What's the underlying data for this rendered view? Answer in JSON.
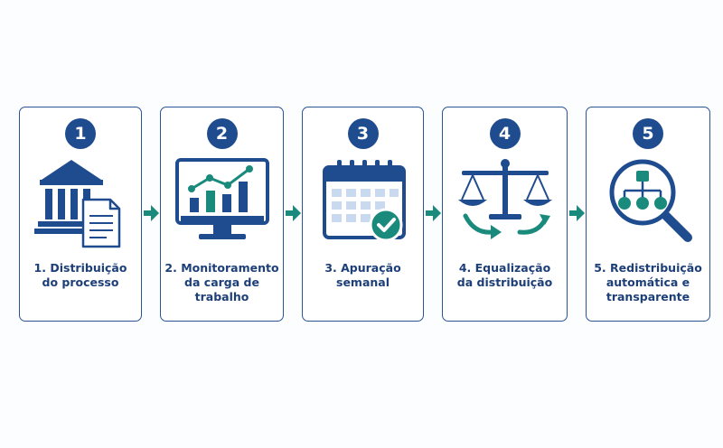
{
  "colors": {
    "primary": "#1f4c8e",
    "primary_dark": "#1d3f78",
    "accent_teal": "#1a8a7c",
    "light_blue": "#c9daf0"
  },
  "steps": [
    {
      "number": "1",
      "line1": "1. Distribuição",
      "line2": "do processo",
      "line3": "",
      "icon": "courthouse-document-icon"
    },
    {
      "number": "2",
      "line1": "2. Monitoramento",
      "line2": "da carga de trabalho",
      "line3": "",
      "icon": "monitor-chart-icon"
    },
    {
      "number": "3",
      "line1": "3. Apuração",
      "line2": "semanal",
      "line3": "",
      "icon": "calendar-check-icon"
    },
    {
      "number": "4",
      "line1": "4. Equalização",
      "line2": "da distribuição",
      "line3": "",
      "icon": "balance-scale-icon"
    },
    {
      "number": "5",
      "line1": "5. Redistribuição",
      "line2": "automática e",
      "line3": "transparente",
      "icon": "magnifier-hierarchy-icon"
    }
  ]
}
